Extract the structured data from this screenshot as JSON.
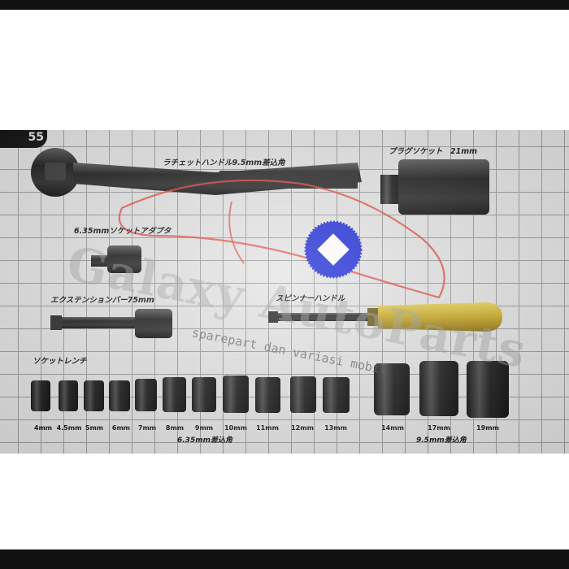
{
  "labels": {
    "ratchet": "ラチェットハンドル9.5mm差込角",
    "plug_socket": "プラグソケット　21mm",
    "adapter": "6.35mmソケットアダプタ",
    "extension": "エクステンションバー75mm",
    "spinner": "スピンナーハンドル",
    "socket_wrench": "ソケットレンチ"
  },
  "small_sockets": [
    "4mm",
    "4.5mm",
    "5mm",
    "6mm",
    "7mm",
    "8mm",
    "9mm",
    "10mm",
    "11mm",
    "12mm",
    "13mm"
  ],
  "large_sockets": [
    "14mm",
    "17mm",
    "19mm"
  ],
  "drive_small": "6.35mm差込角",
  "drive_large": "9.5mm差込角",
  "watermark": {
    "brand": "Galaxy AutoParts",
    "tagline": "sparepart dan variasi mobil"
  },
  "colors": {
    "background": "#ffffff",
    "grid_paper": "#e4e4e4",
    "tool_metal": "#1c1c1c",
    "spinner_handle": "#c8b02a",
    "logo_red": "#e0443c",
    "logo_blue": "#1e2bd6"
  }
}
